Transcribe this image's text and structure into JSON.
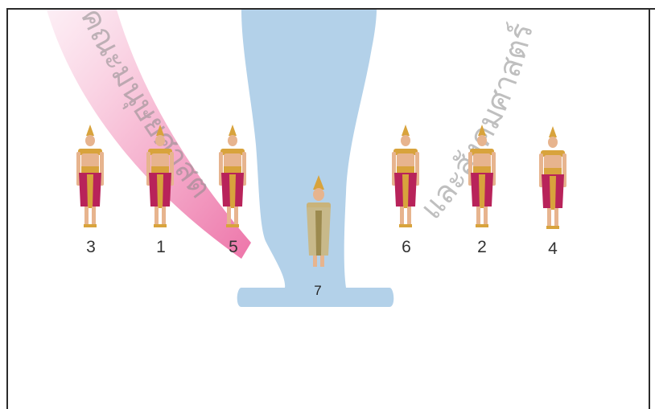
{
  "colors": {
    "background": "#ffffff",
    "border": "#2b2b2b",
    "vase_blue": "#b3d1e9",
    "ribbon_pink": "#ec6ea5",
    "costume_gold": "#d8a33c",
    "costume_red": "#b8235a",
    "skin": "#e7b48e",
    "watermark": "#8a8a8a"
  },
  "watermark": {
    "left_text": "คณะมนุษยศาสตร์",
    "right_text": "และสังคมศาสตร์"
  },
  "positions": [
    {
      "number": "3",
      "costume": "female-dancer"
    },
    {
      "number": "1",
      "costume": "female-dancer"
    },
    {
      "number": "5",
      "costume": "female-dancer"
    },
    {
      "number": "6",
      "costume": "female-dancer"
    },
    {
      "number": "2",
      "costume": "female-dancer"
    },
    {
      "number": "4",
      "costume": "female-dancer"
    },
    {
      "number": "7",
      "costume": "lead-dancer"
    }
  ]
}
